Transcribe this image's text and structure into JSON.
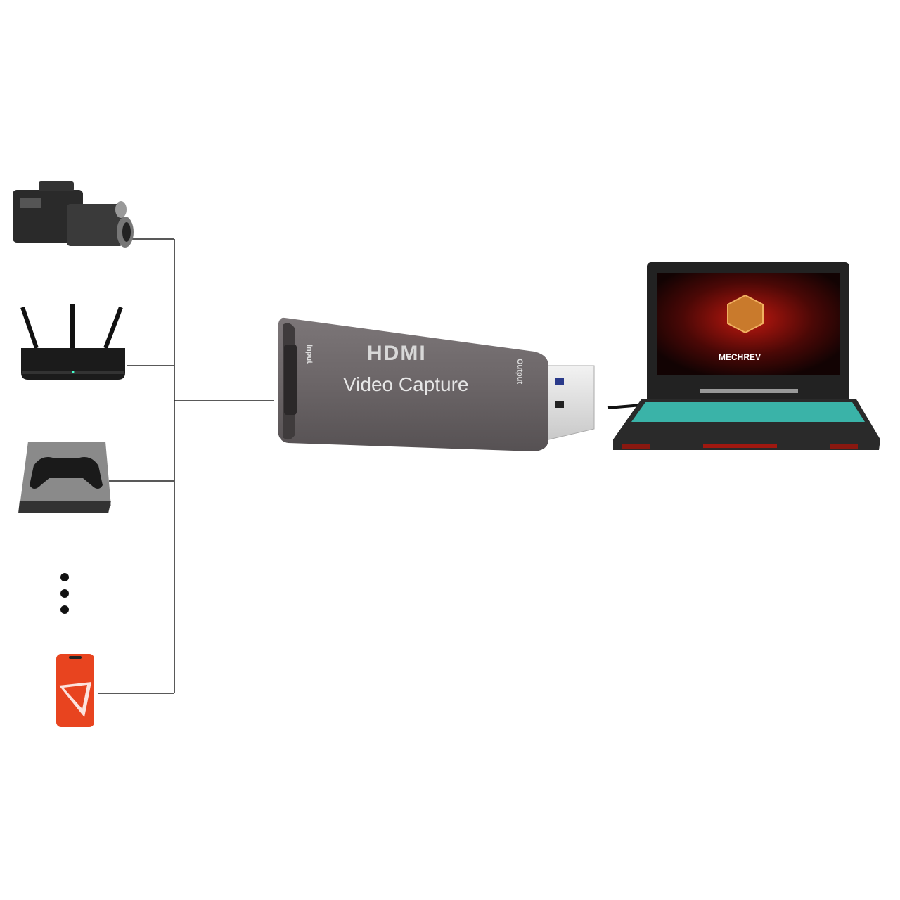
{
  "diagram": {
    "sources": [
      {
        "name": "camcorder"
      },
      {
        "name": "router"
      },
      {
        "name": "game-console"
      },
      {
        "name": "more-devices"
      },
      {
        "name": "smartphone"
      }
    ],
    "capture_device": {
      "brand": "HDMI",
      "title": "Video Capture",
      "input_label": "Input",
      "output_label": "Output",
      "body_color": "#6f6a6b"
    },
    "laptop": {
      "screen_brand": "MECHREV",
      "keyboard_backlight_color": "#3fd6c8",
      "screen_accent_color": "#c0180f"
    },
    "connector_color": "#222222"
  }
}
